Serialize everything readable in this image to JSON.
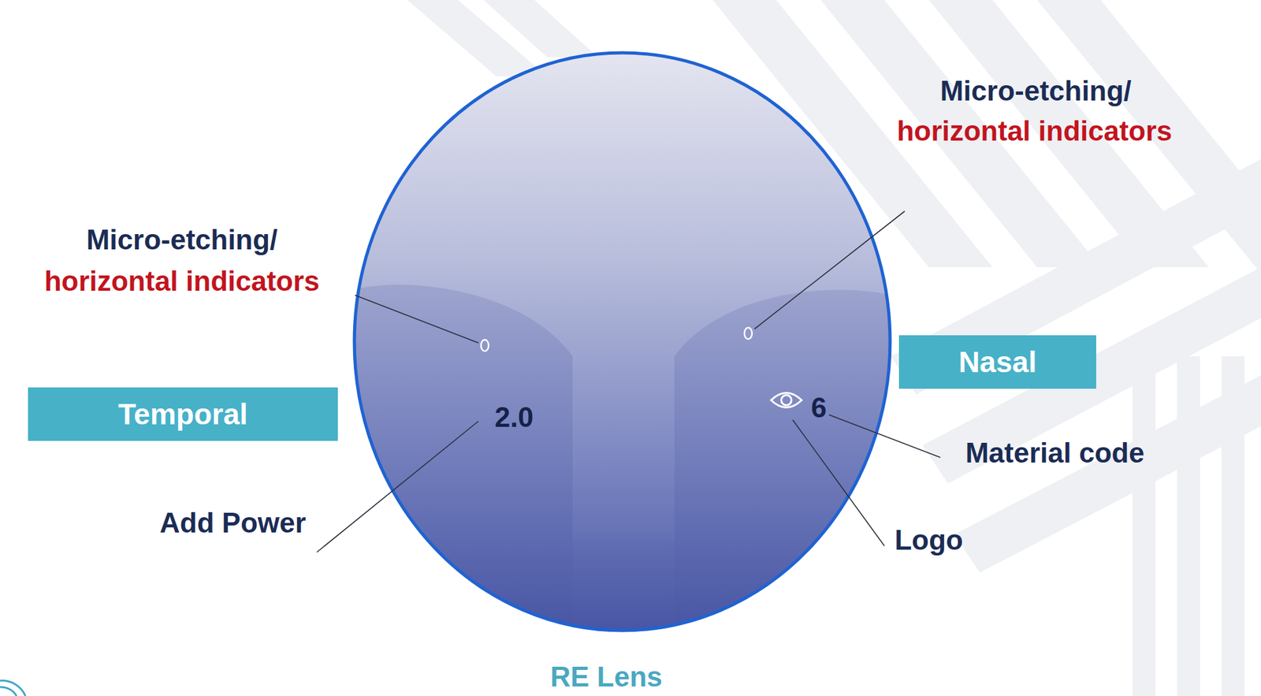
{
  "diagram": {
    "caption": "RE Lens",
    "nodes": [
      {
        "text": [
          "Temporal"
        ]
      },
      {
        "text": [
          "Nasal"
        ]
      }
    ],
    "labels": [
      "Micro-etching/",
      "horizontal indicators",
      "Micro-etching/",
      "horizontal indicators",
      "2.0",
      "Add Power",
      "6",
      "Material code",
      "Logo"
    ]
  }
}
